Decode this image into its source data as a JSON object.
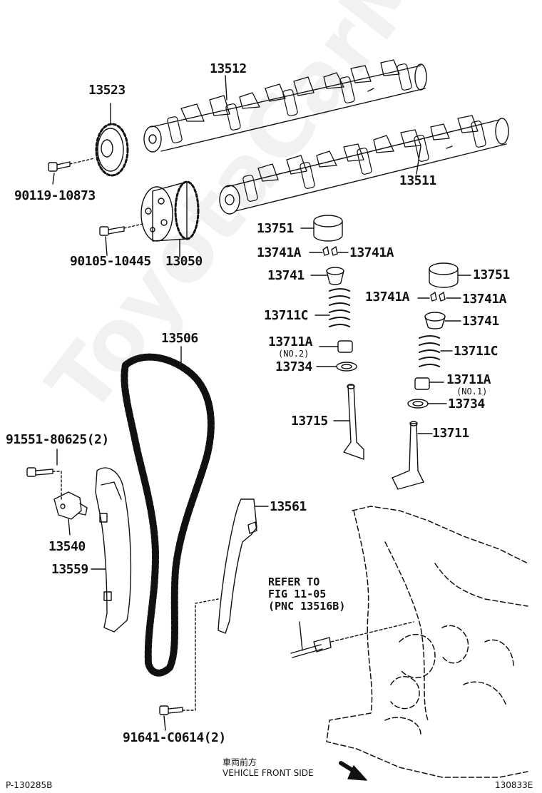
{
  "watermark": "ToyotaCarMine.ru",
  "labels": {
    "p13512": "13512",
    "p13523": "13523",
    "p13511": "13511",
    "p90119": "90119-10873",
    "p90105": "90105-10445",
    "p13050": "13050",
    "p13751_a": "13751",
    "p13741a_1": "13741A",
    "p13741a_2": "13741A",
    "p13741_a": "13741",
    "p13751_b": "13751",
    "p13741a_3": "13741A",
    "p13741a_4": "13741A",
    "p13741_b": "13741",
    "p13711c_a": "13711C",
    "p13711c_b": "13711C",
    "p13711a_a": "13711A",
    "p13711a_a_sub": "(NO.2)",
    "p13734_a": "13734",
    "p13711a_b": "13711A",
    "p13711a_b_sub": "(NO.1)",
    "p13734_b": "13734",
    "p13715": "13715",
    "p13711": "13711",
    "p13506": "13506",
    "p91551": "91551-80625(2)",
    "p13540": "13540",
    "p13559": "13559",
    "p13561": "13561",
    "p91641": "91641-C0614(2)"
  },
  "refer_note": "REFER TO\nFIG 11-05\n(PNC 13516B)",
  "front_label_jp": "車両前方",
  "front_label_en": "VEHICLE FRONT SIDE",
  "footer_left": "P-130285B",
  "footer_right": "130833E"
}
